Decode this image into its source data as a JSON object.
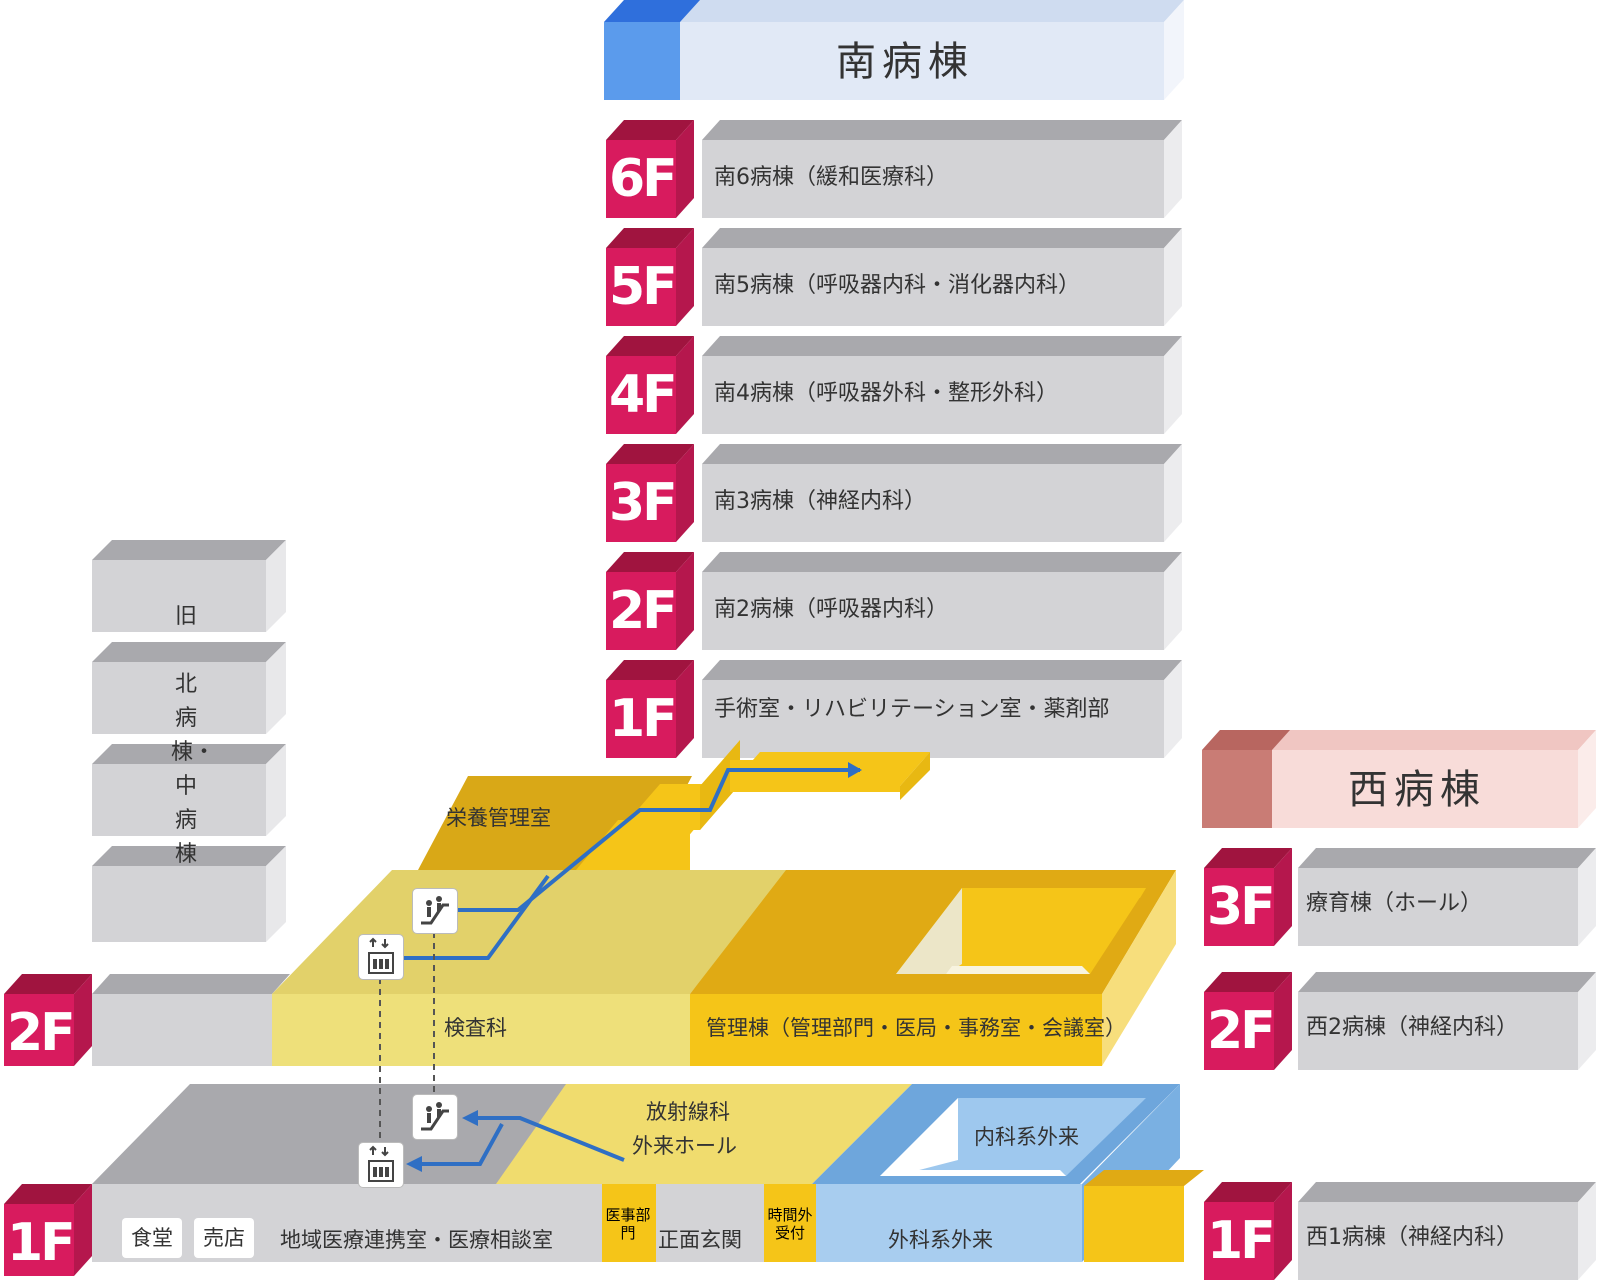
{
  "wings": {
    "south": {
      "title": "南病棟",
      "floors": [
        {
          "level": "6F",
          "label": "南6病棟（緩和医療科）"
        },
        {
          "level": "5F",
          "label": "南5病棟（呼吸器内科・消化器内科）"
        },
        {
          "level": "4F",
          "label": "南4病棟（呼吸器外科・整形外科）"
        },
        {
          "level": "3F",
          "label": "南3病棟（神経内科）"
        },
        {
          "level": "2F",
          "label": "南2病棟（呼吸器内科）"
        },
        {
          "level": "1F",
          "label": "手術室・リハビリテーション室・薬剤部"
        }
      ]
    },
    "west": {
      "title": "西病棟",
      "floors": [
        {
          "level": "3F",
          "label": "療育棟（ホール）"
        },
        {
          "level": "2F",
          "label": "西2病棟（神経内科）"
        },
        {
          "level": "1F",
          "label": "西1病棟（神経内科）"
        }
      ]
    },
    "old_north": {
      "title_old": "旧",
      "title_rest": "北病棟・中病棟"
    }
  },
  "main_building": {
    "floor2": {
      "level": "2F",
      "nutrition": "栄養管理室",
      "lab": "検査科",
      "admin": "管理棟（管理部門・医局・事務室・会議室）"
    },
    "floor1": {
      "level": "1F",
      "radiology_line1": "放射線科",
      "radiology_line2": "外来ホール",
      "internal_outpatient": "内科系外来",
      "cafeteria": "食堂",
      "shop": "売店",
      "regional": "地域医療連携室・医療相談室",
      "medical_affairs": "医事部門",
      "main_entrance": "正面玄関",
      "after_hours": "時間外受付",
      "surgical_outpatient": "外科系外来"
    }
  },
  "colors": {
    "floor_badge": "#d81b5e",
    "floor_badge_dark": "#a0143f",
    "south_header": "#5b9bec",
    "west_header": "#c97c75",
    "route_line": "#2f6fc4",
    "yellow": "#f5c518",
    "blue_zone": "#8fc0ea",
    "gray_block": "#d3d3d6"
  },
  "icons": [
    "escalator-icon",
    "elevator-icon"
  ]
}
